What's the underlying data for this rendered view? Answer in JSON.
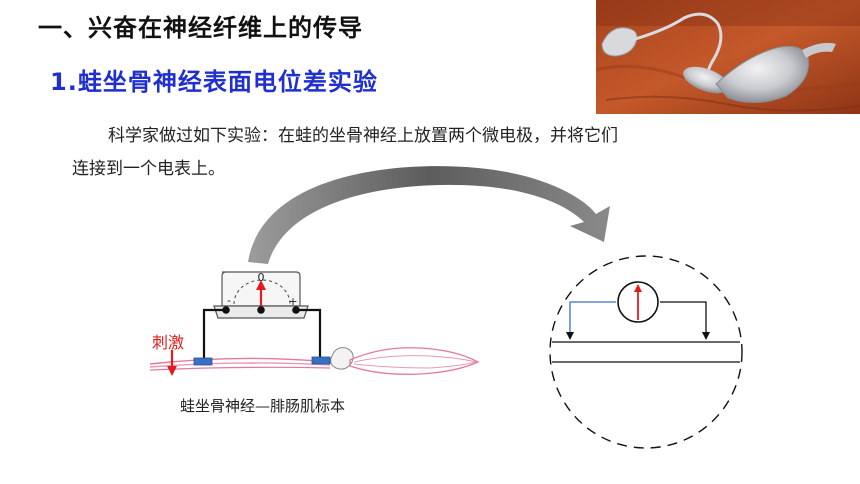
{
  "slide": {
    "title": "一、兴奋在神经纤维上的传导",
    "subtitle": "1.蛙坐骨神经表面电位差实验",
    "paragraph": {
      "line1": "科学家做过如下实验：在蛙的坐骨神经上放置两个微电极，并将它们",
      "line2": "连接到一个电表上。"
    }
  },
  "diagram": {
    "meter": {
      "zero_label": "0",
      "minus_label": "-",
      "plus_label": "+"
    },
    "stimulus_label": "刺激",
    "caption": "蛙坐骨神经—腓肠肌标本"
  },
  "colors": {
    "title": "#111111",
    "subtitle": "#1f2fd0",
    "stimulus": "#e31b1b",
    "electrode": "#3a6fc4",
    "arrow": "#6e6e6e"
  }
}
